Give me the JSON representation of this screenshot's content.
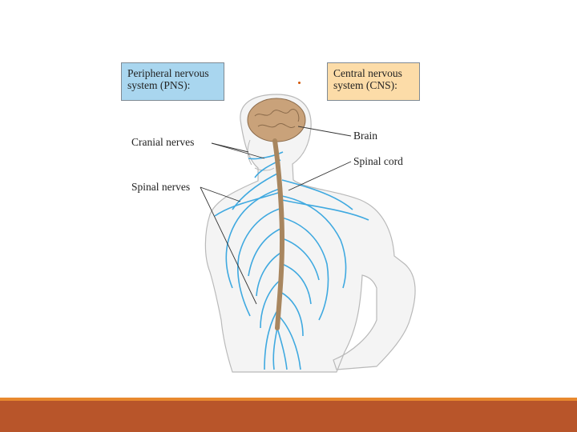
{
  "boxes": {
    "pns": {
      "line1": "Peripheral nervous",
      "line2": "system (PNS):"
    },
    "cns": {
      "line1": "Central nervous",
      "line2": "system (CNS):"
    }
  },
  "labels": {
    "cranial": "Cranial nerves",
    "spinal_nerves": "Spinal nerves",
    "brain": "Brain",
    "spinal_cord": "Spinal cord"
  },
  "colors": {
    "pns_box": "#a9d6ef",
    "cns_box": "#fcdca8",
    "nerves": "#3fa9e0",
    "brain": "#c9a27a",
    "spinal_cord": "#a8865f",
    "footer_bar": "#b8552a",
    "footer_stripe": "#e8892e"
  }
}
